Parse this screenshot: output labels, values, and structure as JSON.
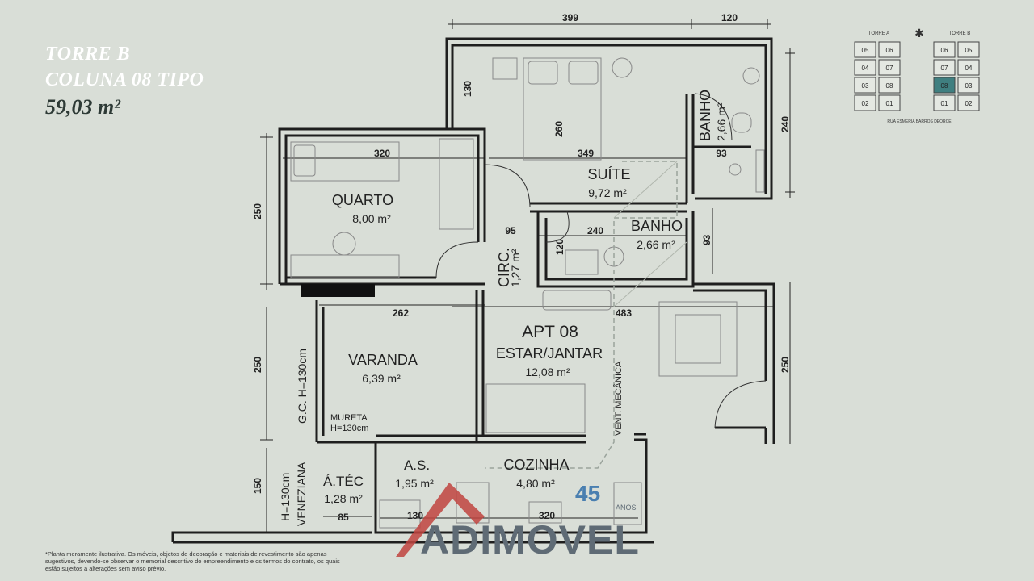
{
  "header": {
    "tower": "TORRE B",
    "unit_type": "COLUNA 08 TIPO",
    "area": "59,03 m²"
  },
  "rooms": {
    "quarto": {
      "name": "QUARTO",
      "area": "8,00 m²"
    },
    "suite": {
      "name": "SUÍTE",
      "area": "9,72 m²"
    },
    "banho_suite": {
      "name": "BANHO",
      "area": "2,66 m²"
    },
    "banho_social": {
      "name": "BANHO",
      "area": "2,66 m²"
    },
    "circ": {
      "name": "CIRC.",
      "area": "1,27 m²"
    },
    "apartment": {
      "name": "APT 08"
    },
    "estar": {
      "name": "ESTAR/JANTAR",
      "area": "12,08 m²"
    },
    "varanda": {
      "name": "VARANDA",
      "area": "6,39 m²"
    },
    "mureta": {
      "name": "MURETA",
      "height": "H=130cm"
    },
    "gc": {
      "label": "G.C. H=130cm"
    },
    "as": {
      "name": "A.S.",
      "area": "1,95 m²"
    },
    "cozinha": {
      "name": "COZINHA",
      "area": "4,80 m²"
    },
    "atec": {
      "name": "Á.TÉC",
      "area": "1,28 m²"
    },
    "veneziana": {
      "label": "VENEZIANA"
    },
    "veneziana_h": {
      "label": "H=130cm"
    },
    "vent": {
      "label": "VENT. MECÂNICA"
    }
  },
  "dimensions": {
    "top_399": "399",
    "top_120": "120",
    "d130": "130",
    "d260": "260",
    "d349": "349",
    "d320_quarto": "320",
    "d250_left_top": "250",
    "d95": "95",
    "d120_circ": "120",
    "d240_banho": "240",
    "d93_banho": "93",
    "d240_right": "240",
    "d93_right": "93",
    "d262": "262",
    "d483": "483",
    "d250_left_mid": "250",
    "d250_right": "250",
    "d150": "150",
    "d85": "85",
    "d130_bottom": "130",
    "d320_bottom": "320"
  },
  "key_plan": {
    "tower_a": "TORRE A",
    "tower_b": "TORRE B",
    "street": "RUA ESMÉRIA BARROS DEORCE",
    "units_a": [
      "05",
      "06",
      "04",
      "07",
      "03",
      "08",
      "02",
      "01"
    ],
    "units_b": [
      "06",
      "05",
      "07",
      "04",
      "08",
      "03",
      "01",
      "02"
    ],
    "highlight_unit": "08"
  },
  "footer": {
    "disclaimer": "*Planta meramente ilustrativa. Os móveis, objetos de decoração e materiais de revestimento são apenas sugestivos, devendo-se observar o memorial descritivo do empreendimento e os termos do contrato, os quais estão sujeitos a alterações sem aviso prévio.",
    "logo": "ADIMOVEL",
    "logo_badge": "45",
    "logo_sub": "ANOS"
  },
  "colors": {
    "background": "#d9ded7",
    "wall": "#1e1e1e",
    "highlight": "#3f7f80",
    "logo_red": "#c0443f",
    "logo_blue": "#4a7fb0"
  }
}
